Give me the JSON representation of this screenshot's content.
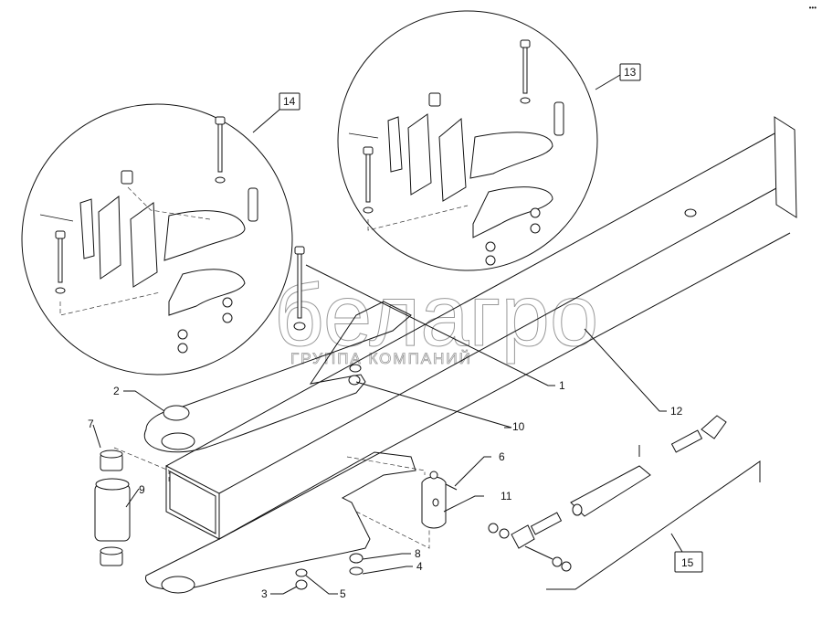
{
  "diagram": {
    "title": "Exploded parts diagram — frame beam assembly",
    "corner_mark": "•••",
    "watermark": {
      "brand": "белагро",
      "subtitle": "ГРУППА КОМПАНИЙ"
    },
    "callouts": [
      {
        "id": "1",
        "label": "1",
        "part": "bolt"
      },
      {
        "id": "2",
        "label": "2",
        "part": "slotted-nut"
      },
      {
        "id": "3",
        "label": "3",
        "part": "nut"
      },
      {
        "id": "4",
        "label": "4",
        "part": "washer"
      },
      {
        "id": "5",
        "label": "5",
        "part": "lock-washer"
      },
      {
        "id": "6",
        "label": "6",
        "part": "pin"
      },
      {
        "id": "7",
        "label": "7",
        "part": "bushing"
      },
      {
        "id": "8",
        "label": "8",
        "part": "bushing"
      },
      {
        "id": "9",
        "label": "9",
        "part": "pivot-sleeve"
      },
      {
        "id": "10",
        "label": "10",
        "part": "link-plate"
      },
      {
        "id": "11",
        "label": "11",
        "part": "pivot-block"
      },
      {
        "id": "12",
        "label": "12",
        "part": "main-beam"
      }
    ],
    "boxed_callouts": [
      {
        "id": "13",
        "label": "13",
        "part": "bracket-assembly-detail"
      },
      {
        "id": "14",
        "label": "14",
        "part": "bracket-assembly-detail"
      },
      {
        "id": "15",
        "label": "15",
        "part": "turnbuckle-assembly"
      }
    ]
  }
}
